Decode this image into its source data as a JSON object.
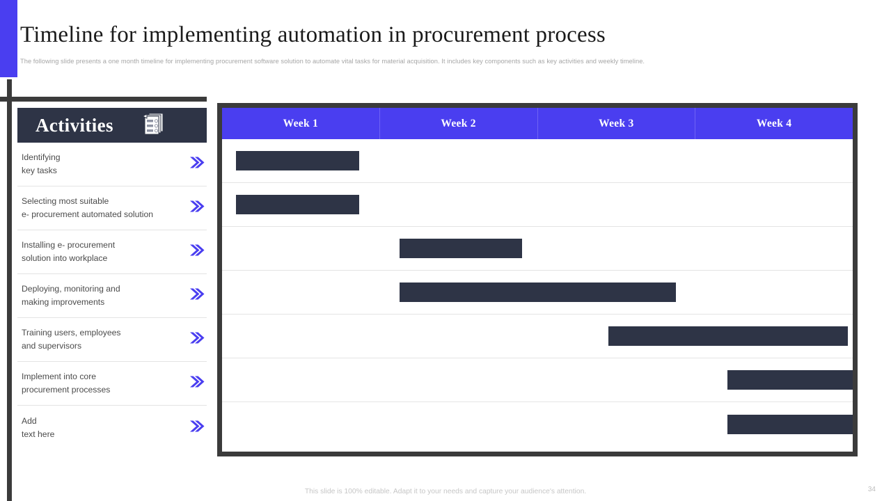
{
  "header": {
    "title": "Timeline for implementing automation in procurement process",
    "subtitle": "The following slide presents a one month timeline for implementing procurement software solution to automate vital tasks for material acquisition. It includes key components such as key activities and weekly timeline."
  },
  "colors": {
    "accent_purple": "#4a3ef0",
    "dark_navy": "#2e3446",
    "frame_dark": "#3b3b3b",
    "text_gray": "#4b4b4b",
    "muted_gray": "#a6a6a6"
  },
  "activities_panel": {
    "heading": "Activities",
    "heading_icon": "document-list-icon",
    "items": [
      {
        "line1": "Identifying",
        "line2": "key tasks",
        "arrow_icon": "double-chevron-right-icon"
      },
      {
        "line1": "Selecting most suitable",
        "line2": "e- procurement  automated solution",
        "arrow_icon": "double-chevron-right-icon"
      },
      {
        "line1": "Installing e- procurement",
        "line2": "solution into workplace",
        "arrow_icon": "double-chevron-right-icon"
      },
      {
        "line1": "Deploying, monitoring and",
        "line2": "making improvements",
        "arrow_icon": "double-chevron-right-icon"
      },
      {
        "line1": "Training users, employees",
        "line2": "and supervisors",
        "arrow_icon": "double-chevron-right-icon"
      },
      {
        "line1": "Implement  into core",
        "line2": "procurement  processes",
        "arrow_icon": "double-chevron-right-icon"
      },
      {
        "line1": "Add",
        "line2": "text here",
        "arrow_icon": "double-chevron-right-icon"
      }
    ]
  },
  "chart_data": {
    "type": "bar",
    "title": "Timeline for implementing automation in procurement process",
    "xlabel": "",
    "ylabel": "",
    "categories": [
      "Week 1",
      "Week 2",
      "Week 3",
      "Week 4"
    ],
    "rows": [
      {
        "task": "Identifying key tasks",
        "start_week": 1.0,
        "end_week": 1.78,
        "left_pct": 2.2,
        "width_pct": 19.6
      },
      {
        "task": "Selecting most suitable e- procurement automated solution",
        "start_week": 1.0,
        "end_week": 1.78,
        "left_pct": 2.2,
        "width_pct": 19.6
      },
      {
        "task": "Installing e- procurement solution into workplace",
        "start_week": 2.05,
        "end_week": 2.82,
        "left_pct": 28.1,
        "width_pct": 19.5
      },
      {
        "task": "Deploying, monitoring and making improvements",
        "start_week": 2.05,
        "end_week": 3.78,
        "left_pct": 28.1,
        "width_pct": 43.9
      },
      {
        "task": "Training users, employees and supervisors",
        "start_week": 3.38,
        "end_week": 4.88,
        "left_pct": 61.3,
        "width_pct": 37.9
      },
      {
        "task": "Implement into core procurement processes",
        "start_week": 4.13,
        "end_week": 4.92,
        "left_pct": 80.1,
        "width_pct": 19.9
      },
      {
        "task": "Add text here",
        "start_week": 4.13,
        "end_week": 4.92,
        "left_pct": 80.1,
        "width_pct": 19.9
      }
    ],
    "bar_color": "#2e3446",
    "header_color": "#4a3ef0",
    "grid": true,
    "legend": "none"
  },
  "footer": {
    "note": "This slide is 100% editable. Adapt it to your needs and capture your audience's attention.",
    "page_number": "34"
  }
}
